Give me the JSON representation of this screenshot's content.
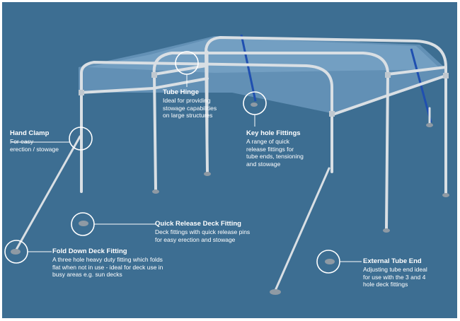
{
  "labels": {
    "tube_hinge": {
      "title": "Tube Hinge",
      "desc": "Ideal for providing\nstowage capabilities\non large structures"
    },
    "hand_clamp": {
      "title": "Hand Clamp",
      "desc": "For easy\nerection / stowage"
    },
    "key_hole": {
      "title": "Key hole Fittings",
      "desc": "A range of quick\nrelease fittings for\ntube ends, tensioning\nand stowage"
    },
    "quick_release": {
      "title": "Quick Release Deck Fitting",
      "desc": "Deck fittings with quick release pins\nfor easy erection and stowage"
    },
    "fold_down": {
      "title": "Fold Down Deck Fitting",
      "desc": "A three hole heavy duty fitting which folds\nflat when not in use - ideal for deck use in\nbusy areas e.g. sun decks"
    },
    "external_tube": {
      "title": "External Tube End",
      "desc": "Adjusting tube end ideal\nfor use with the 3 and 4\nhole deck fittings"
    }
  },
  "colors": {
    "background": "#3d6e92",
    "canopy": "#6f9cc0",
    "frame": "#d9dfe4",
    "strap": "#1f4fb0",
    "callout": "#ffffff"
  }
}
